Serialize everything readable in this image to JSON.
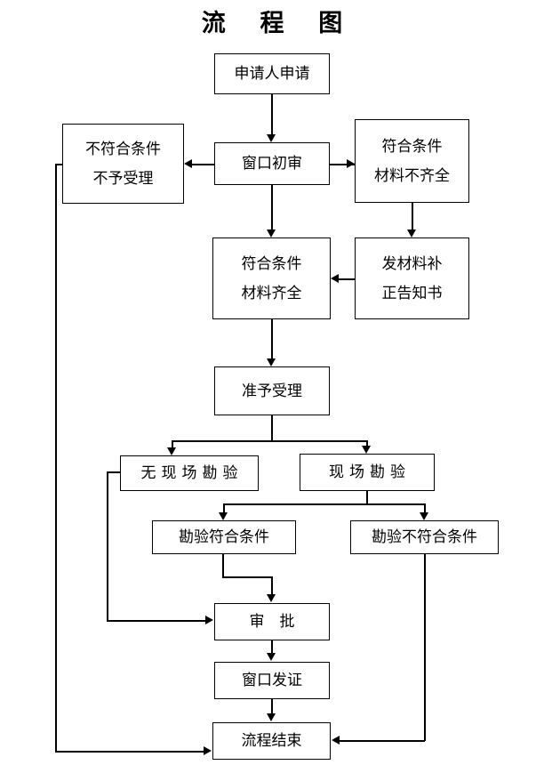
{
  "title": "流 程 图",
  "nodes": {
    "apply": {
      "label": "申请人申请"
    },
    "reject": {
      "line1": "不符合条件",
      "line2": "不予受理"
    },
    "first_review": {
      "label": "窗口初审"
    },
    "incomplete": {
      "line1": "符合条件",
      "line2": "材料不齐全"
    },
    "complete": {
      "line1": "符合条件",
      "line2": "材料齐全"
    },
    "supplement_notice": {
      "line1": "发材料补",
      "line2": "正告知书"
    },
    "accepted": {
      "label": "准予受理"
    },
    "no_site_check": {
      "label": "无现场勘验"
    },
    "site_check": {
      "label": "现场勘验"
    },
    "check_pass": {
      "label": "勘验符合条件"
    },
    "check_fail": {
      "label": "勘验不符合条件"
    },
    "approval": {
      "label": "审　批"
    },
    "issue_cert": {
      "label": "窗口发证"
    },
    "end": {
      "label": "流程结束"
    }
  },
  "colors": {
    "line": "#000000",
    "box_border": "#000000",
    "background": "#ffffff"
  },
  "chart_data": {
    "type": "diagram",
    "title": "流 程 图",
    "nodes": [
      {
        "id": "apply",
        "text": "申请人申请"
      },
      {
        "id": "first_review",
        "text": "窗口初审"
      },
      {
        "id": "reject",
        "text": "不符合条件 不予受理"
      },
      {
        "id": "incomplete",
        "text": "符合条件 材料不齐全"
      },
      {
        "id": "complete",
        "text": "符合条件 材料齐全"
      },
      {
        "id": "supplement_notice",
        "text": "发材料补正告知书"
      },
      {
        "id": "accepted",
        "text": "准予受理"
      },
      {
        "id": "no_site_check",
        "text": "无现场勘验"
      },
      {
        "id": "site_check",
        "text": "现场勘验"
      },
      {
        "id": "check_pass",
        "text": "勘验符合条件"
      },
      {
        "id": "check_fail",
        "text": "勘验不符合条件"
      },
      {
        "id": "approval",
        "text": "审批"
      },
      {
        "id": "issue_cert",
        "text": "窗口发证"
      },
      {
        "id": "end",
        "text": "流程结束"
      }
    ],
    "edges": [
      {
        "from": "apply",
        "to": "first_review"
      },
      {
        "from": "first_review",
        "to": "reject"
      },
      {
        "from": "first_review",
        "to": "incomplete"
      },
      {
        "from": "first_review",
        "to": "complete"
      },
      {
        "from": "incomplete",
        "to": "supplement_notice"
      },
      {
        "from": "supplement_notice",
        "to": "complete"
      },
      {
        "from": "complete",
        "to": "accepted"
      },
      {
        "from": "accepted",
        "to": "no_site_check"
      },
      {
        "from": "accepted",
        "to": "site_check"
      },
      {
        "from": "site_check",
        "to": "check_pass"
      },
      {
        "from": "site_check",
        "to": "check_fail"
      },
      {
        "from": "check_pass",
        "to": "approval"
      },
      {
        "from": "no_site_check",
        "to": "approval"
      },
      {
        "from": "approval",
        "to": "issue_cert"
      },
      {
        "from": "issue_cert",
        "to": "end"
      },
      {
        "from": "check_fail",
        "to": "end"
      },
      {
        "from": "reject",
        "to": "end"
      }
    ]
  }
}
